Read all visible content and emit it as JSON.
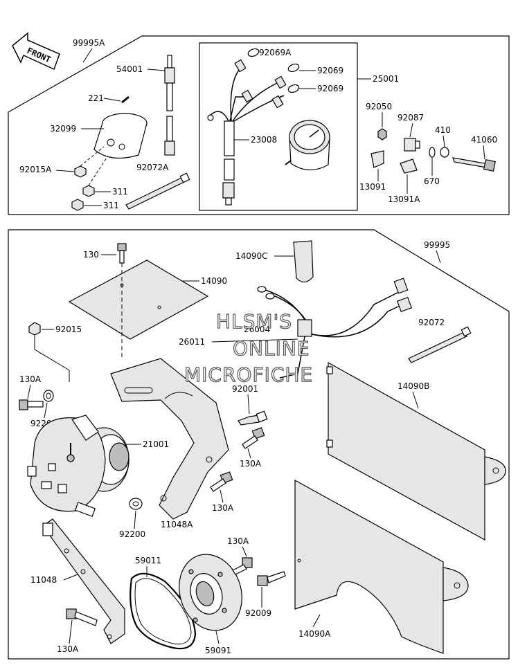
{
  "front_arrow": "FRONT",
  "top_group": {
    "kit_label": "99995A",
    "meter_kit_label": "25001",
    "labels": {
      "p54001": "54001",
      "p221": "221",
      "p32099": "32099",
      "p92015A": "92015A",
      "p311a": "311",
      "p311b": "311",
      "p92072A": "92072A",
      "p92069A": "92069A",
      "p92069a": "92069",
      "p92069b": "92069",
      "p23008": "23008",
      "p92050": "92050",
      "p92087": "92087",
      "p410": "410",
      "p41060": "41060",
      "p13091": "13091",
      "p670": "670",
      "p13091A": "13091A"
    }
  },
  "bottom_group": {
    "kit_label": "99995",
    "labels": {
      "p130": "130",
      "p14090": "14090",
      "p14090C": "14090C",
      "p92015": "92015",
      "p26011": "26011",
      "p26004": "26004",
      "p92072": "92072",
      "p130A_1": "130A",
      "p92200_1": "92200",
      "p92001": "92001",
      "p14090B": "14090B",
      "p21001": "21001",
      "p130A_2": "130A",
      "p130A_3": "130A",
      "p92200_2": "92200",
      "p11048A": "11048A",
      "p130A_4": "130A",
      "p59011": "59011",
      "p11048": "11048",
      "p92009": "92009",
      "p14090A": "14090A",
      "p130A_5": "130A",
      "p59091": "59091"
    }
  },
  "watermark": {
    "line1": "HLSM'S",
    "line2": "ONLINE",
    "line3": "MICROFICHE"
  }
}
